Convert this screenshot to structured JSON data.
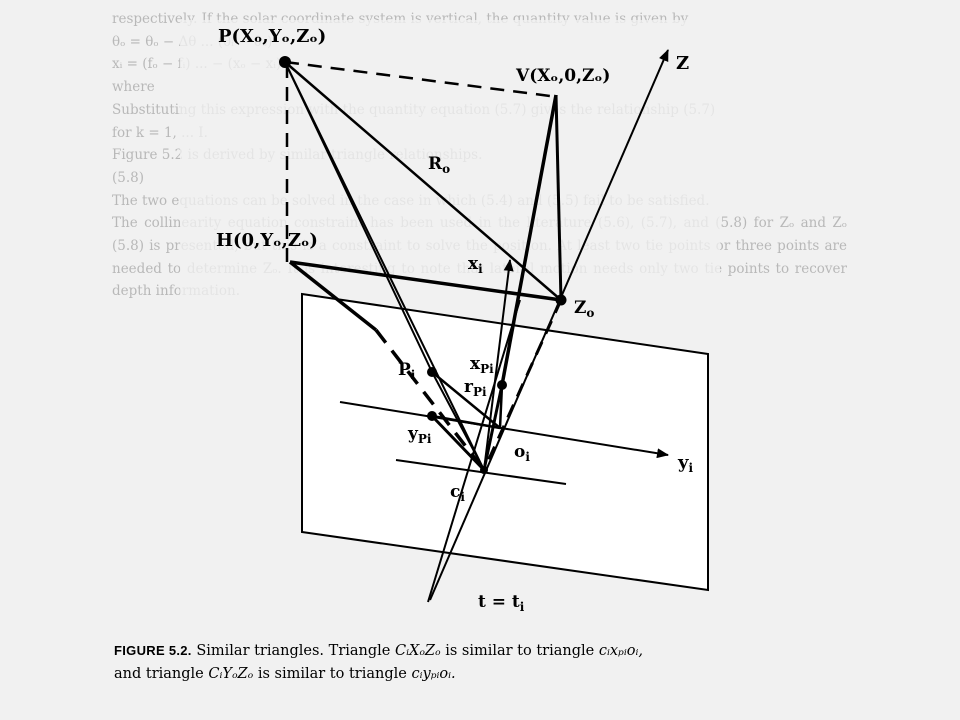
{
  "figure": {
    "labels": {
      "P": "P(Xₒ,Yₒ,Zₒ)",
      "V": "V(Xₒ,0,Zₒ)",
      "H": "H(0,Yₒ,Zₒ)",
      "Z_axis": "Z",
      "R": "R",
      "R_sub": "o",
      "x_i": "x",
      "x_i_sub": "i",
      "Z_o": "Z",
      "Z_o_sub": "o",
      "P_i": "P",
      "P_i_sub": "i",
      "x_Pi": "x",
      "x_Pi_sub": "Pi",
      "r_Pi": "r",
      "r_Pi_sub": "Pi",
      "y_Pi": "y",
      "y_Pi_sub": "Pi",
      "o_i": "o",
      "o_i_sub": "i",
      "y_i": "y",
      "y_i_sub": "i",
      "c_i": "c",
      "c_i_sub": "i",
      "t": "t = t",
      "t_sub": "i"
    }
  },
  "caption": {
    "label": "FIGURE 5.2.",
    "line1_text": "Similar triangles. Triangle",
    "tri1": "CᵢXₒZₒ",
    "line1_mid": "is similar to triangle",
    "tri2": "cᵢxₚᵢoᵢ,",
    "line2_start": "and triangle",
    "tri3": "CᵢYₒZₒ",
    "line2_mid": "is similar to triangle",
    "tri4": "cᵢyₚᵢoᵢ."
  },
  "background_text": [
    "respectively. If the solar coordinate system is vertical, the quantity value is given by",
    "θₒ = θₒ − Δθ ... (θᵢ − θₒ)",
    "xᵢ = (fₒ − fᵢ) ... − (xₒ − xᵢ)",
    "where",
    "Substituting this expression with the quantity equation (5.7) gives the relationship (5.7)",
    "for k = 1, ... I.",
    "Figure 5.2 is derived by similar triangle relationships.",
    "(5.8)",
    "The two equations can be solved in the case in which (5.4) and (5.5) fail to be satisfied.",
    "The collinearity equation constraint has been used in the literature (5.6), (5.7), and (5.8) for Zₒ and Zₒ (5.8) is presented, but this is a constraint to solve the position. At least two tie points or three points are needed to determine Zₒ. It is interesting to note that lateral motion needs only two tie points to recover depth information."
  ]
}
